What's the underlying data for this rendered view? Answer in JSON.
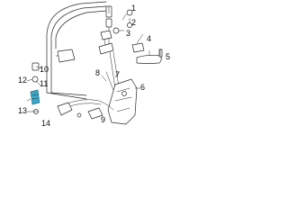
{
  "highlight_color": "#3aa6c9",
  "line_color": "#2a2a2a",
  "callouts": {
    "c1": "1",
    "c2": "2",
    "c3": "3",
    "c4": "4",
    "c5": "5",
    "c6": "6",
    "c7": "7",
    "c8": "8",
    "c9": "9",
    "c10": "10",
    "c11": "11",
    "c12": "12",
    "c13": "13",
    "c14": "14"
  }
}
